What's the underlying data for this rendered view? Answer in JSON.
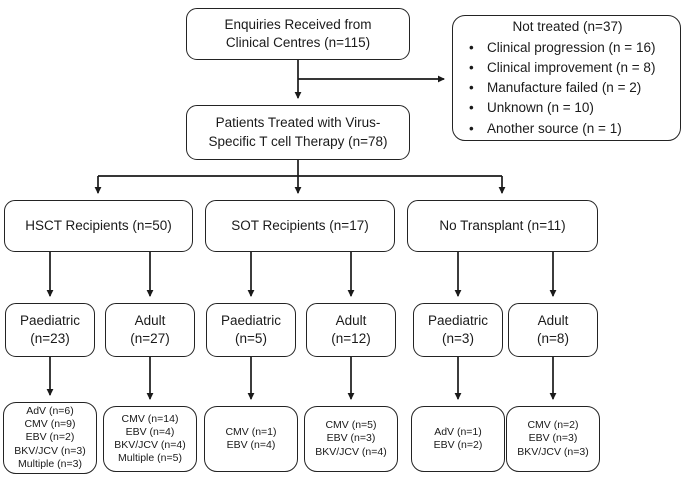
{
  "flowchart": {
    "enquiries": {
      "line1": "Enquiries Received from",
      "line2": "Clinical Centres (n=115)"
    },
    "not_treated": {
      "title": "Not treated (n=37)",
      "items": [
        "Clinical progression (n = 16)",
        "Clinical improvement (n = 8)",
        "Manufacture failed (n = 2)",
        "Unknown (n = 10)",
        "Another source (n = 1)"
      ]
    },
    "treated": {
      "line1": "Patients Treated with Virus-",
      "line2": "Specific T cell Therapy (n=78)"
    },
    "groups": [
      {
        "label": "HSCT Recipients (n=50)"
      },
      {
        "label": "SOT Recipients (n=17)"
      },
      {
        "label": "No Transplant (n=11)"
      }
    ],
    "cohorts": [
      {
        "line1": "Paediatric",
        "line2": "(n=23)"
      },
      {
        "line1": "Adult",
        "line2": "(n=27)"
      },
      {
        "line1": "Paediatric",
        "line2": "(n=5)"
      },
      {
        "line1": "Adult",
        "line2": "(n=12)"
      },
      {
        "line1": "Paediatric",
        "line2": "(n=3)"
      },
      {
        "line1": "Adult",
        "line2": "(n=8)"
      }
    ],
    "viruses": [
      {
        "lines": [
          "AdV (n=6)",
          "CMV (n=9)",
          "EBV (n=2)",
          "BKV/JCV (n=3)",
          "Multiple (n=3)"
        ]
      },
      {
        "lines": [
          "CMV (n=14)",
          "EBV (n=4)",
          "BKV/JCV (n=4)",
          "Multiple (n=5)"
        ]
      },
      {
        "lines": [
          "CMV (n=1)",
          "EBV (n=4)"
        ]
      },
      {
        "lines": [
          "CMV (n=5)",
          "EBV (n=3)",
          "BKV/JCV (n=4)"
        ]
      },
      {
        "lines": [
          "AdV (n=1)",
          "EBV (n=2)"
        ]
      },
      {
        "lines": [
          "CMV (n=2)",
          "EBV (n=3)",
          "BKV/JCV (n=3)"
        ]
      }
    ],
    "colors": {
      "line": "#232323",
      "background": "#ffffff",
      "text": "#1a1a1a"
    }
  }
}
